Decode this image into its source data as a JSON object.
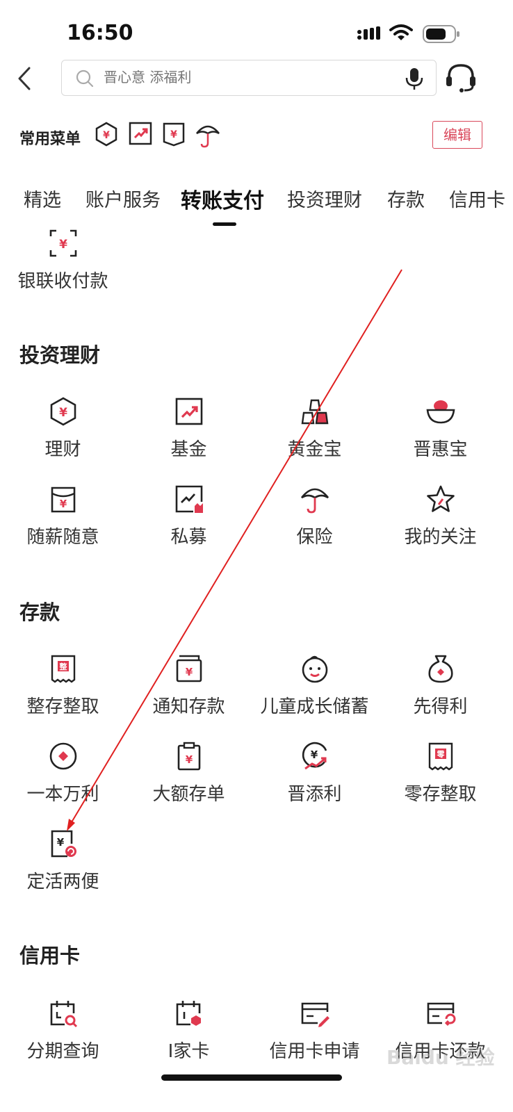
{
  "status_bar": {
    "time": "16:50"
  },
  "header": {
    "search_placeholder": "晋心意 添福利"
  },
  "frequent_menu": {
    "label": "常用菜单",
    "edit_label": "编辑"
  },
  "tabs": [
    {
      "label": "精选"
    },
    {
      "label": "账户服务"
    },
    {
      "label": "转账支付",
      "active": true
    },
    {
      "label": "投资理财"
    },
    {
      "label": "存款"
    },
    {
      "label": "信用卡"
    }
  ],
  "transfer_items": [
    {
      "label": "银联收付款",
      "icon": "unionpay-scan-icon"
    }
  ],
  "invest": {
    "title": "投资理财",
    "items": [
      {
        "label": "理财",
        "icon": "wealth-icon"
      },
      {
        "label": "基金",
        "icon": "fund-icon"
      },
      {
        "label": "黄金宝",
        "icon": "gold-bars-icon"
      },
      {
        "label": "晋惠宝",
        "icon": "ingot-icon"
      },
      {
        "label": "随薪随意",
        "icon": "salary-bag-icon"
      },
      {
        "label": "私募",
        "icon": "private-fund-icon"
      },
      {
        "label": "保险",
        "icon": "umbrella-icon"
      },
      {
        "label": "我的关注",
        "icon": "star-icon"
      }
    ]
  },
  "deposit": {
    "title": "存款",
    "items": [
      {
        "label": "整存整取",
        "icon": "receipt-icon"
      },
      {
        "label": "通知存款",
        "icon": "notice-bag-icon"
      },
      {
        "label": "儿童成长储蓄",
        "icon": "baby-face-icon"
      },
      {
        "label": "先得利",
        "icon": "money-bag-icon"
      },
      {
        "label": "一本万利",
        "icon": "coin-icon"
      },
      {
        "label": "大额存单",
        "icon": "clipboard-icon"
      },
      {
        "label": "晋添利",
        "icon": "yuan-growth-icon"
      },
      {
        "label": "零存整取",
        "icon": "receipt-zero-icon"
      },
      {
        "label": "定活两便",
        "icon": "yuan-doc-icon"
      }
    ]
  },
  "credit": {
    "title": "信用卡",
    "items": [
      {
        "label": "分期查询",
        "icon": "calendar-search-icon"
      },
      {
        "label": "I家卡",
        "icon": "calendar-card-icon"
      },
      {
        "label": "信用卡申请",
        "icon": "card-apply-icon"
      },
      {
        "label": "信用卡还款",
        "icon": "card-repay-icon"
      }
    ]
  },
  "watermark": "Baidu 经验",
  "colors": {
    "accent": "#e0394f",
    "ink": "#222222"
  }
}
